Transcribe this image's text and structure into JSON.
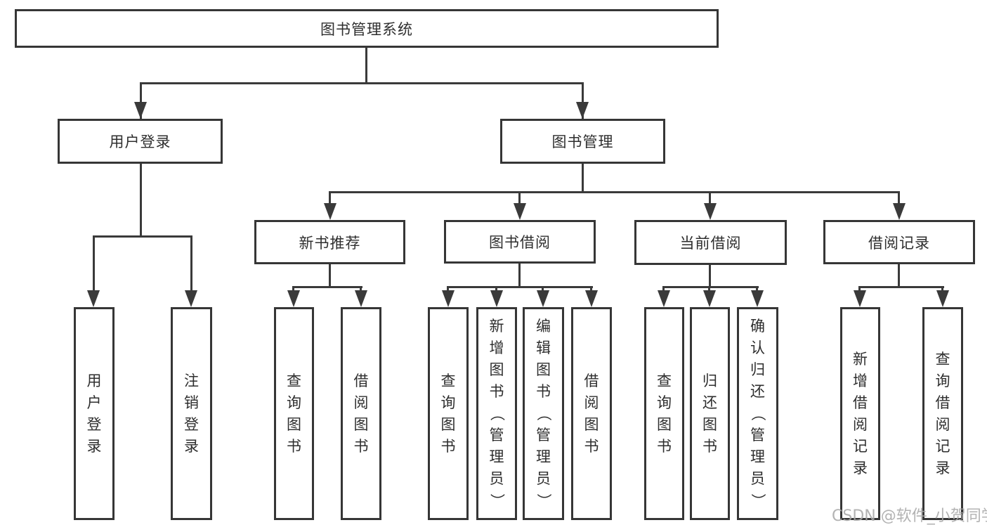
{
  "title": "图书管理系统",
  "watermark": "CSDN @软件_小贺同学",
  "colors": {
    "line": "#3a3a3a",
    "box_border": "#363636",
    "text": "#2e2e2e",
    "background": "#ffffff",
    "watermark": "#a8a8a8"
  },
  "nodes": {
    "root": {
      "label": "图书管理系统"
    },
    "user_login": {
      "label": "用户登录"
    },
    "book_management": {
      "label": "图书管理"
    },
    "new_book_recommend": {
      "label": "新书推荐"
    },
    "book_borrow": {
      "label": "图书借阅"
    },
    "current_borrow": {
      "label": "当前借阅"
    },
    "borrow_records": {
      "label": "借阅记录"
    },
    "leaves": {
      "user_login": {
        "label": "用户登录"
      },
      "logout": {
        "label": "注销登录"
      },
      "query_books_recommend": {
        "label": "查询图书"
      },
      "borrow_books_recommend": {
        "label": "借阅图书"
      },
      "query_books_borrow": {
        "label": "查询图书"
      },
      "add_book_admin": {
        "label": "新增图书（管理员）"
      },
      "edit_book_admin": {
        "label": "编辑图书（管理员）"
      },
      "borrow_books_borrow": {
        "label": "借阅图书"
      },
      "query_books_current": {
        "label": "查询图书"
      },
      "return_book": {
        "label": "归还图书"
      },
      "confirm_return_admin": {
        "label": "确认归还（管理员）"
      },
      "add_borrow_record": {
        "label": "新增借阅记录"
      },
      "query_borrow_record": {
        "label": "查询借阅记录"
      }
    }
  },
  "tree": {
    "label": "图书管理系统",
    "children": [
      {
        "label": "用户登录",
        "children": [
          {
            "label": "用户登录"
          },
          {
            "label": "注销登录"
          }
        ]
      },
      {
        "label": "图书管理",
        "children": [
          {
            "label": "新书推荐",
            "children": [
              {
                "label": "查询图书"
              },
              {
                "label": "借阅图书"
              }
            ]
          },
          {
            "label": "图书借阅",
            "children": [
              {
                "label": "查询图书"
              },
              {
                "label": "新增图书（管理员）"
              },
              {
                "label": "编辑图书（管理员）"
              },
              {
                "label": "借阅图书"
              }
            ]
          },
          {
            "label": "当前借阅",
            "children": [
              {
                "label": "查询图书"
              },
              {
                "label": "归还图书"
              },
              {
                "label": "确认归还（管理员）"
              }
            ]
          },
          {
            "label": "借阅记录",
            "children": [
              {
                "label": "新增借阅记录"
              },
              {
                "label": "查询借阅记录"
              }
            ]
          }
        ]
      }
    ]
  }
}
